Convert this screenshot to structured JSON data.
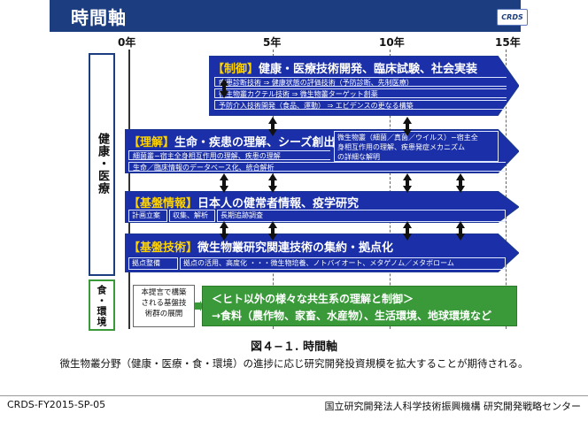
{
  "header": {
    "title": "時間軸",
    "logo": "CRDS"
  },
  "axis": {
    "ticks": [
      "0年",
      "5年",
      "10年",
      "15年"
    ]
  },
  "side": {
    "health": "健康・医療",
    "food": "食・環境"
  },
  "rows": {
    "seigyo": {
      "tag": "【制御】",
      "heading": "健康・医療技術開発、臨床試験、社会実装",
      "bars": [
        "疾患診断技術 ⇒ 健康状態の評価技術（予防診断、先制医療）",
        "微生物叢カクテル技術 ⇒ 微生物叢ターゲット創薬",
        "予防介入技術開発（食品、運動） ⇒ エビデンスの更なる構築"
      ]
    },
    "rikai": {
      "tag": "【理解】",
      "heading": "生命・疾患の理解、シーズ創出",
      "callout": [
        "微生物叢（細菌／真菌／ウイルス）−宿主全",
        "身相互作用の理解、疾患発症メカニズム",
        "の詳細な解明"
      ],
      "bars": [
        "細菌叢−宿主全身相互作用の理解、疾患の理解",
        "生命／臨床情報のデータベース化、統合解析"
      ]
    },
    "kiban1": {
      "tag": "【基盤情報】",
      "heading": "日本人の健常者情報、疫学研究",
      "cells": [
        "計画立案",
        "収集、解析",
        "長期追跡調査"
      ]
    },
    "kiban2": {
      "tag": "【基盤技術】",
      "heading": "微生物叢研究関連技術の集約・拠点化",
      "cells": [
        "拠点整備",
        "拠点の活用、高度化 ・・・微生物培養、ノトバイオート、メタゲノム／メタボローム"
      ]
    }
  },
  "note": [
    "本提言で構築",
    "される基盤技",
    "術群の展開"
  ],
  "green": {
    "line1": "＜ヒト以外の様々な共生系の理解と制御＞",
    "line2": "→食料（農作物、家畜、水産物）、生活環境、地球環境など"
  },
  "figure": {
    "caption": "図４−１. 時間軸",
    "subcaption": "微生物叢分野（健康・医療・食・環境）の進捗に応じ研究開発投資規模を拡大することが期待される。"
  },
  "footer": {
    "left": "CRDS-FY2015-SP-05",
    "right": "国立研究開発法人科学技術振興機構 研究開発戦略センター"
  },
  "colors": {
    "navy": "#1c3d80",
    "arrow": "#1a2fa8",
    "green": "#3a9a3a",
    "tag": "#ffd400"
  }
}
